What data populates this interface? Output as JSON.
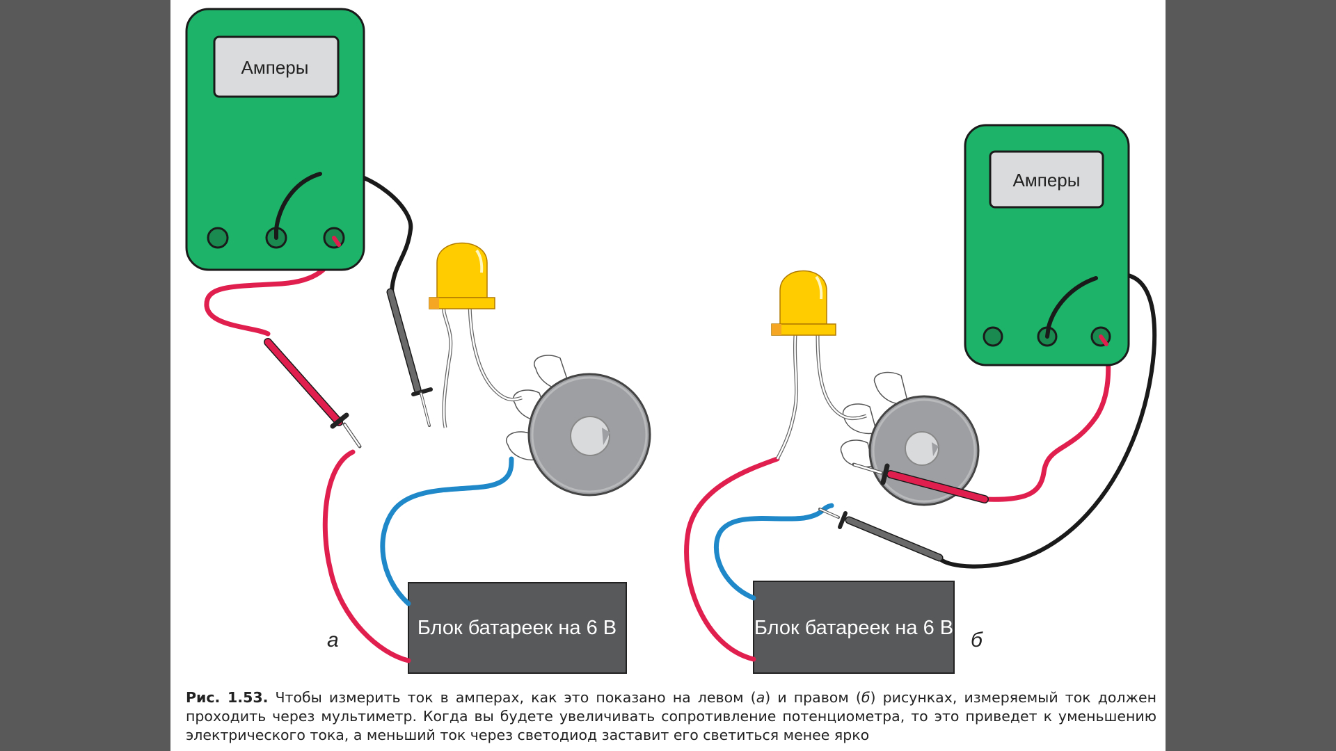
{
  "figure": {
    "meter_label_a": "Амперы",
    "meter_label_b": "Амперы",
    "battery_label_a": "Блок батареек на 6 В",
    "battery_label_b": "Блок батареек на 6 В",
    "panel_label_a": "а",
    "panel_label_b": "б"
  },
  "caption": {
    "figure_id": "Рис. 1.53.",
    "text_1": " Чтобы измерить ток в амперах, как это показано на левом (",
    "ref_a": "а",
    "text_2": ") и правом (",
    "ref_b": "б",
    "text_3": ") рисунках, измеряемый ток должен проходить через мультиметр. Когда вы будете увеличивать сопротивление потенциометра, то это приведет к уменьшению электрического тока, а меньший ток через светодиод заставит его светиться менее ярко"
  },
  "colors": {
    "meter_body": "#1db46a",
    "display": "#d9dbdc",
    "red_wire": "#e01f4e",
    "black_wire": "#1a1a1a",
    "blue_wire": "#1e88c8",
    "battery": "#58595b",
    "led": "#ffcc00",
    "pot": "#9d9fa2",
    "background": "#595959"
  }
}
